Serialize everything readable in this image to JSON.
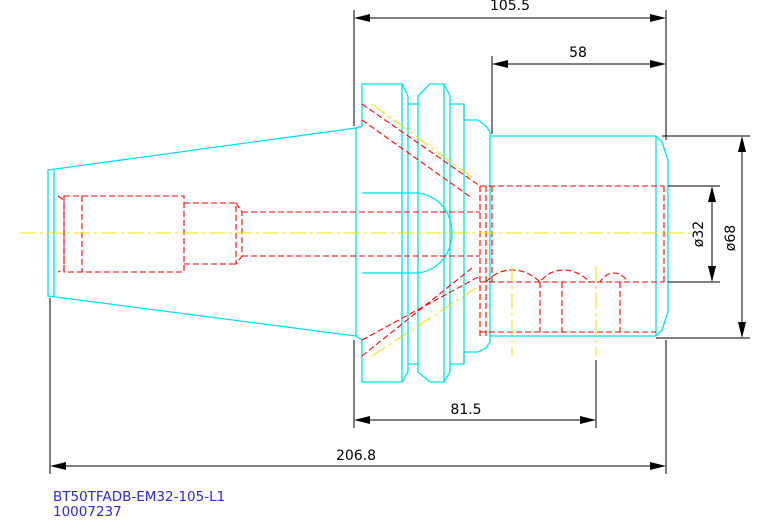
{
  "drawing": {
    "dimensions": {
      "flange_to_end": "105.5",
      "body_length": "58",
      "bore_diameter": "ø32",
      "outer_diameter": "ø68",
      "to_reference": "81.5",
      "overall_length": "206.8"
    },
    "caption": {
      "part_number": "BT50TFADB-EM32-105-L1",
      "code": "10007237"
    },
    "colors": {
      "outline": "#00e1ee",
      "hidden": "#ff0000",
      "centerline": "#f0e000",
      "dimension": "#000000",
      "caption": "#2b2bd6"
    }
  }
}
